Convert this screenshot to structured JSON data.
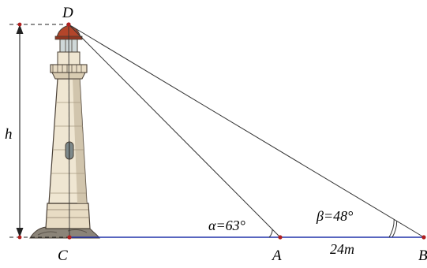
{
  "labels": {
    "top": "D",
    "foot": "C",
    "near": "A",
    "far": "B",
    "height": "h",
    "alpha": "α=63°",
    "beta": "β=48°",
    "distance": "24m"
  },
  "colors": {
    "ground_line": "#2233aa",
    "sight_line": "#333333",
    "point": "#b02020",
    "tower_body": "#efe6d2",
    "tower_shadow": "#c9bda4",
    "tower_outline": "#4a4036",
    "lamp_roof": "#b3452a",
    "lamp_glass": "#cfd8d8",
    "rock": "#8b8478"
  },
  "icons": [
    "lighthouse-illustration"
  ]
}
